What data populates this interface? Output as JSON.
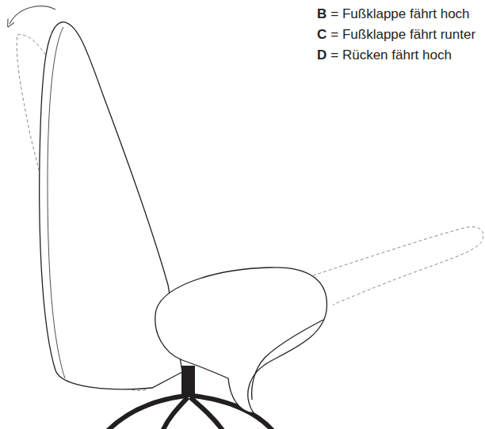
{
  "diagram": {
    "labels": [
      "B",
      "= Fußklappe fährt hoch",
      "C",
      "= Fußklappe fährt runter",
      "D",
      "= Rücken fährt hoch"
    ]
  }
}
